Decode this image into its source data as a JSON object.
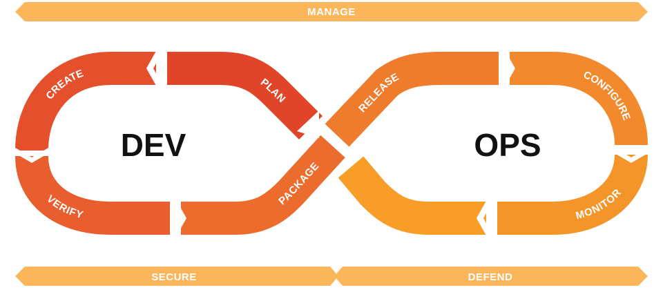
{
  "bars": {
    "top": "MANAGE",
    "bottom_left": "SECURE",
    "bottom_right": "DEFEND"
  },
  "loops": {
    "left": "DEV",
    "right": "OPS"
  },
  "stages": [
    {
      "id": "create",
      "label": "CREATE",
      "color": "#e5502c"
    },
    {
      "id": "plan",
      "label": "PLAN",
      "color": "#e04529"
    },
    {
      "id": "verify",
      "label": "VERIFY",
      "color": "#e85e2e"
    },
    {
      "id": "package",
      "label": "PACKAGE",
      "color": "#ec6c2e"
    },
    {
      "id": "release",
      "label": "RELEASE",
      "color": "#ef7b2c"
    },
    {
      "id": "configure",
      "label": "CONFIGURE",
      "color": "#f2892c"
    },
    {
      "id": "monitor",
      "label": "MONITOR",
      "color": "#f4952a"
    }
  ],
  "colors": {
    "bar": "#fbb55a",
    "final_segment": "#f79d28"
  }
}
